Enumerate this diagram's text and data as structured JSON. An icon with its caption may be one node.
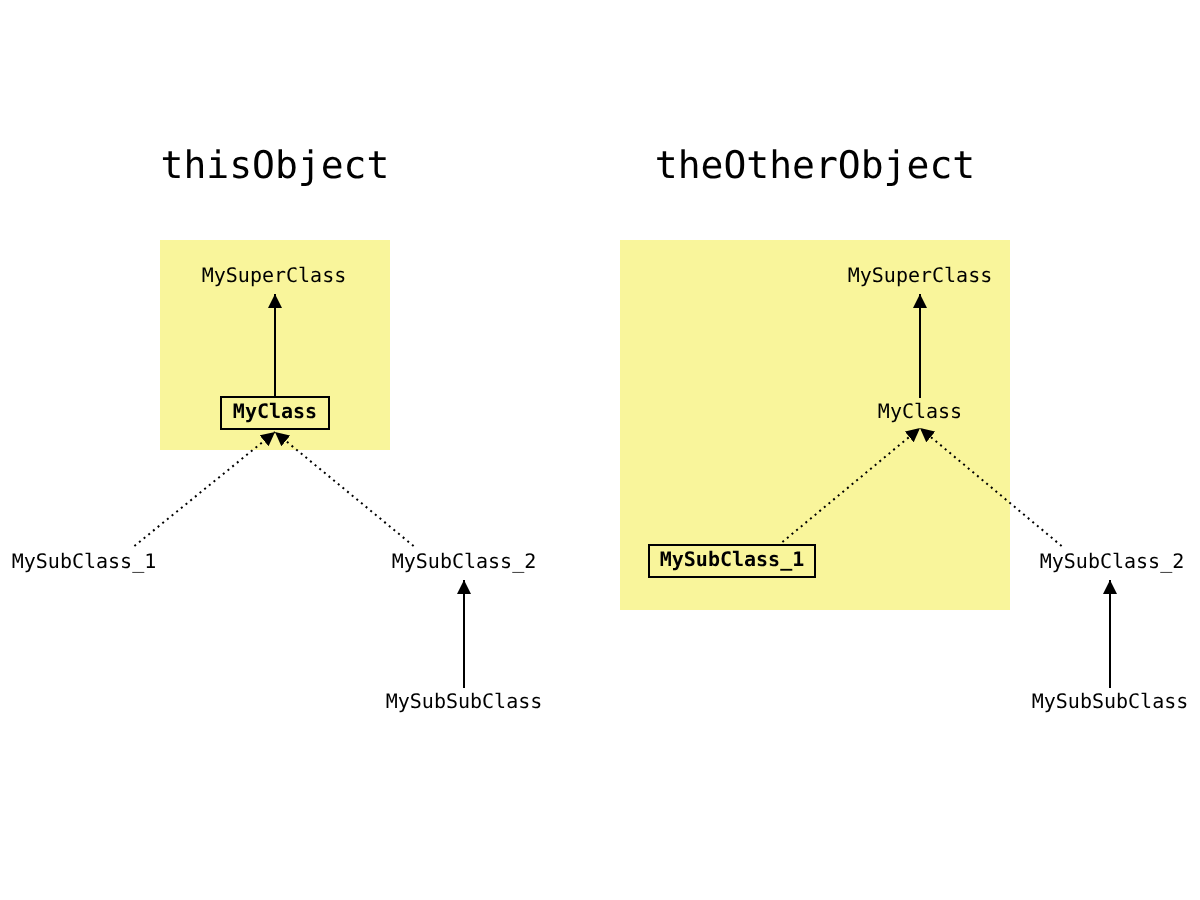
{
  "diagram": {
    "nodes": [
      {
        "text": [
          "thisObject"
        ]
      },
      {
        "text": [
          "MySuperClass"
        ],
        "in": 0
      },
      {
        "text": [
          "MyClass"
        ],
        "in": 0
      },
      {
        "text": [
          "MySubClass_1"
        ]
      },
      {
        "text": [
          "MySubClass_2"
        ]
      },
      {
        "text": [
          "MySubSubClass"
        ]
      },
      {
        "text": [
          "theOtherObject"
        ]
      },
      {
        "text": [
          "MySuperClass"
        ],
        "in": 6
      },
      {
        "text": [
          "MyClass"
        ],
        "in": 6
      },
      {
        "text": [
          "MySubClass_1"
        ],
        "in": 6
      },
      {
        "text": [
          "MySubClass_2"
        ]
      },
      {
        "text": [
          "MySubSubClass"
        ]
      }
    ],
    "edges": [
      {
        "from": 2,
        "to": 1,
        "arrow": "to"
      },
      {
        "from": 3,
        "to": 2,
        "arrow": "to",
        "style": "dashed"
      },
      {
        "from": 4,
        "to": 2,
        "arrow": "to",
        "style": "dashed"
      },
      {
        "from": 5,
        "to": 4,
        "arrow": "to"
      },
      {
        "from": 8,
        "to": 7,
        "arrow": "to"
      },
      {
        "from": 9,
        "to": 8,
        "arrow": "to",
        "style": "dashed"
      },
      {
        "from": 10,
        "to": 8,
        "arrow": "to",
        "style": "dashed"
      },
      {
        "from": 11,
        "to": 10,
        "arrow": "to"
      }
    ]
  }
}
